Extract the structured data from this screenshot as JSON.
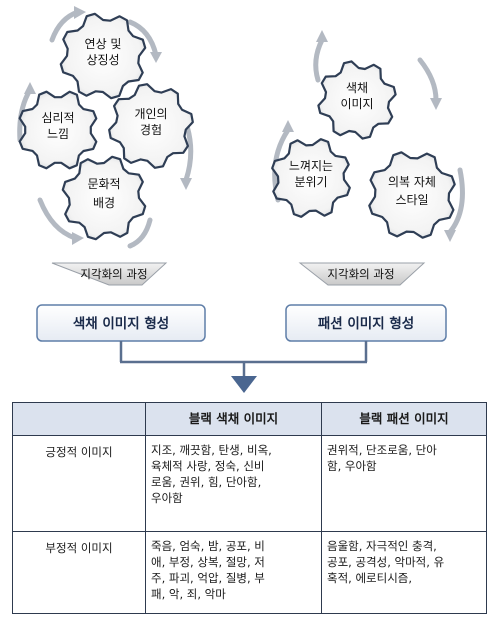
{
  "left_cluster": {
    "gear_top": [
      "연상 및",
      "상징성"
    ],
    "gear_left": [
      "심리적",
      "느낌"
    ],
    "gear_right": [
      "개인의",
      "경험"
    ],
    "gear_bottom": [
      "문화적",
      "배경"
    ],
    "process_label": "지각화의 과정",
    "result_label": "색채 이미지 형성"
  },
  "right_cluster": {
    "gear_top": [
      "색채",
      "이미지"
    ],
    "gear_left": [
      "느껴지는",
      "분위기"
    ],
    "gear_right": [
      "의복 자체",
      "스타일"
    ],
    "process_label": "지각화의 과정",
    "result_label": "패션 이미지 형성"
  },
  "table": {
    "headers": [
      "",
      "블랙 색채 이미지",
      "블랙 패션 이미지"
    ],
    "rows": [
      {
        "label": "긍정적 이미지",
        "color_lines": [
          "지조, 깨끗함, 탄생, 비옥,",
          "육체적 사랑, 정숙, 신비",
          "로움, 권위, 힘, 단아함,",
          "우아함"
        ],
        "fashion_lines": [
          "권위적, 단조로움, 단아",
          "함, 우아함"
        ]
      },
      {
        "label": "부정적 이미지",
        "color_lines": [
          "죽음, 엄숙, 밤, 공포, 비",
          "애, 부정, 상복, 절망, 저",
          "주, 파괴, 억압, 질병, 부",
          "패, 악, 죄, 악마"
        ],
        "fashion_lines": [
          "음울함, 자극적인 충격,",
          "공포, 공격성, 악마적, 유",
          "혹적, 에로티시즘,"
        ]
      }
    ]
  }
}
